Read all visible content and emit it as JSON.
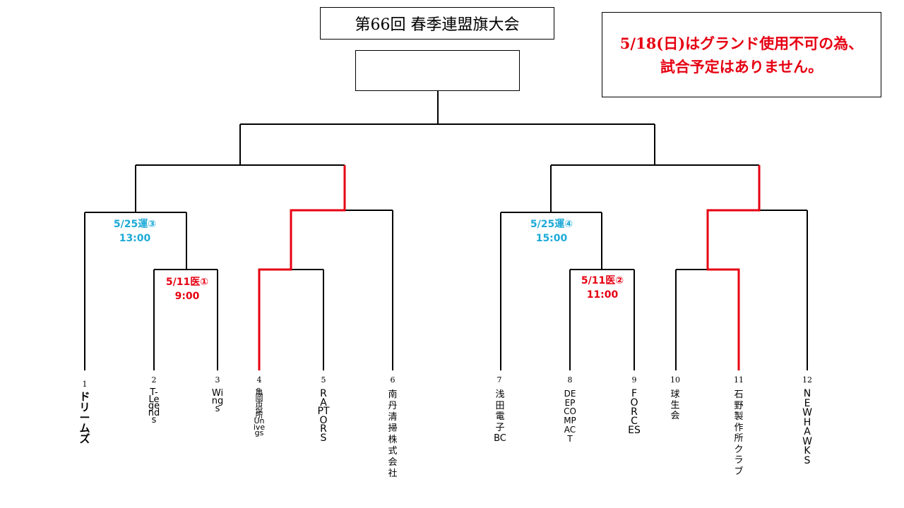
{
  "title": "第66回 春季連盟旗大会",
  "notice": {
    "line1": "5/18(日)はグランド使用不可の為、",
    "line2": "試合予定はありません。",
    "color": "#e60012"
  },
  "colors": {
    "line": "#000000",
    "winner_path": "#e60012",
    "blue_label": "#1eaad7",
    "red_label": "#e60012"
  },
  "matches": {
    "m_left_semi": {
      "date": "5/25運③",
      "time": "13:00"
    },
    "m_left_first": {
      "date": "5/11医①",
      "time": "9:00"
    },
    "m_right_semi": {
      "date": "5/25運④",
      "time": "15:00"
    },
    "m_right_first": {
      "date": "5/11医②",
      "time": "11:00"
    }
  },
  "teams": [
    {
      "seed": "1",
      "name": "ドリームズ"
    },
    {
      "seed": "2",
      "name": "T-Legends"
    },
    {
      "seed": "3",
      "name": "Wings"
    },
    {
      "seed": "4",
      "name": "亀岡市役所Univegs"
    },
    {
      "seed": "5",
      "name": "RAPTORS"
    },
    {
      "seed": "6",
      "name": "南丹清掃株式会社"
    },
    {
      "seed": "7",
      "name": "浅田電子BC"
    },
    {
      "seed": "8",
      "name": "DEEP COMPACT"
    },
    {
      "seed": "9",
      "name": "FORCES"
    },
    {
      "seed": "10",
      "name": "球生会"
    },
    {
      "seed": "11",
      "name": "石野製作所クラブ"
    },
    {
      "seed": "12",
      "name": "NEWHAWKS"
    }
  ]
}
